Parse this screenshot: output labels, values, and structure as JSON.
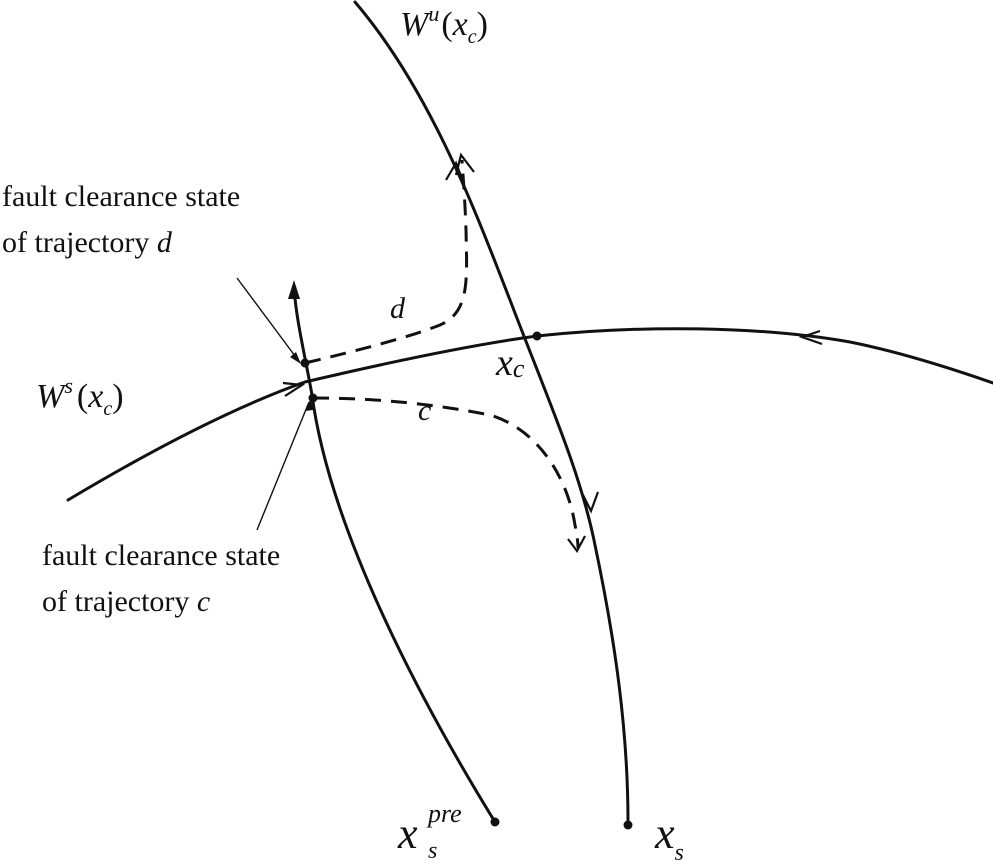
{
  "labels": {
    "unstable_manifold": {
      "base": "W",
      "sup": "u",
      "arg_open": "(",
      "arg": "x",
      "arg_sub": "c",
      "arg_close": ")"
    },
    "stable_manifold": {
      "base": "W",
      "sup": "s",
      "arg_open": "(",
      "arg": "x",
      "arg_sub": "c",
      "arg_close": ")"
    },
    "critical_point": {
      "base": "x",
      "sub": "c"
    },
    "stable_eq": {
      "base": "x",
      "sub": "s"
    },
    "prefault_eq": {
      "base": "x",
      "sub": "s",
      "sup": "pre"
    },
    "trajectory_d": "d",
    "trajectory_c": "c"
  },
  "annotations": {
    "fault_d": {
      "line1": "fault clearance state",
      "line2_prefix": "of trajectory ",
      "line2_var": "d"
    },
    "fault_c": {
      "line1": "fault clearance state",
      "line2_prefix": "of trajectory ",
      "line2_var": "c"
    }
  }
}
